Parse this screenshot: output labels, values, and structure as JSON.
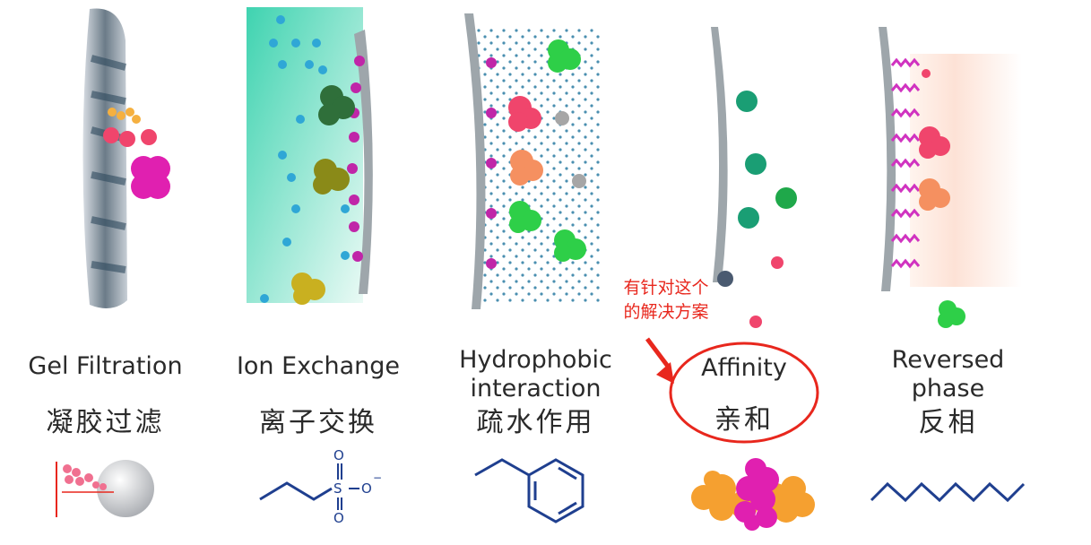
{
  "techniques": [
    {
      "id": "gel",
      "name": "Gel Filtration",
      "name_zh": "凝胶过滤"
    },
    {
      "id": "ion",
      "name": "Ion Exchange",
      "name_zh": "离子交换"
    },
    {
      "id": "hic",
      "name": "Hydrophobic interaction",
      "name_line1": "Hydrophobic",
      "name_line2": "interaction",
      "name_zh": "疏水作用"
    },
    {
      "id": "affinity",
      "name": "Affinity",
      "name_zh": "亲和"
    },
    {
      "id": "rp",
      "name": "Reversed phase",
      "name_line1": "Reversed",
      "name_line2": "phase",
      "name_zh": "反相"
    }
  ],
  "annotation": {
    "line1": "有针对这个",
    "line2": "的解决方案",
    "color": "#e8271d"
  },
  "formula_labels": {
    "sulfur": "S",
    "oxygen": "O",
    "charge": "−"
  },
  "colors": {
    "text": "#2a2a2a",
    "structure": "#1f3f8f",
    "annotation": "#e8271d",
    "magenta": "#e020b0",
    "green": "#2ecf48"
  }
}
